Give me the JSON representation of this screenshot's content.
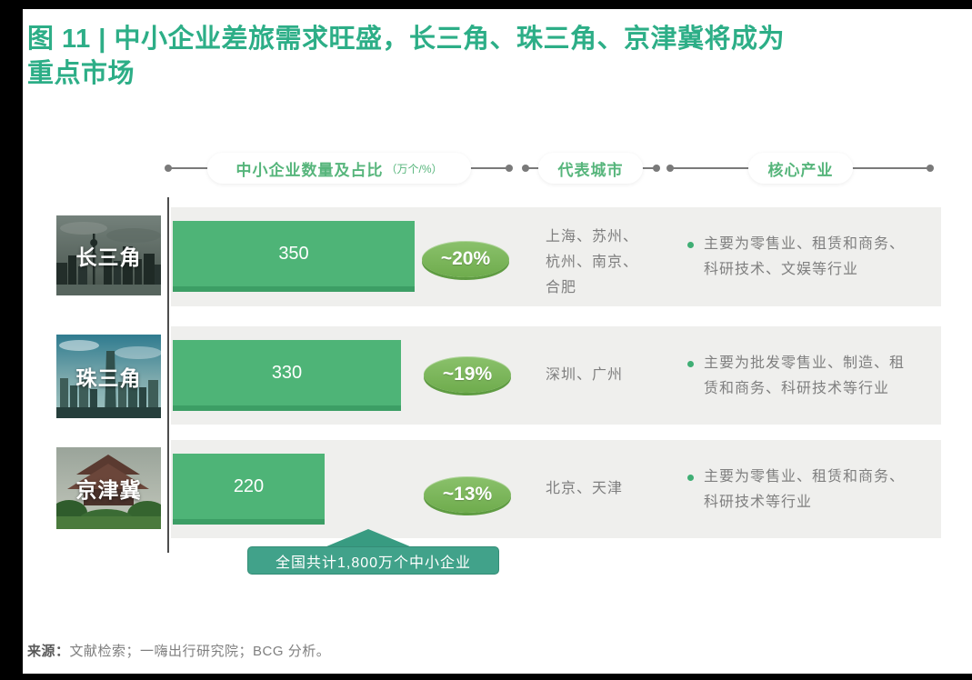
{
  "title": {
    "lines": [
      "图 11 | 中小企业差旅需求旺盛，长三角、珠三角、京津冀将成为",
      "重点市场"
    ]
  },
  "columns": {
    "col1": {
      "label": "中小企业数量及占比",
      "unit": "（万个/%）"
    },
    "col2": {
      "label": "代表城市"
    },
    "col3": {
      "label": "核心产业"
    }
  },
  "chart_data": {
    "type": "bar",
    "orientation": "horizontal",
    "title": "中小企业数量及占比",
    "unit": "万个/%",
    "categories": [
      "长三角",
      "珠三角",
      "京津冀"
    ],
    "values": [
      350,
      330,
      220
    ],
    "value_labels": [
      "350",
      "330",
      "220"
    ],
    "share_labels": [
      "~20%",
      "~19%",
      "~13%"
    ],
    "xlim": [
      0,
      380
    ],
    "legend": "off",
    "grid": "off",
    "annotation": "全国共计1,800万个中小企业"
  },
  "rows": [
    {
      "region": "长三角",
      "value": "350",
      "share": "~20%",
      "cities": [
        "上海、苏州、",
        "杭州、南京、",
        "合肥"
      ],
      "industries": [
        "主要为零售业、租赁和商务、",
        "科研技术、文娱等行业"
      ]
    },
    {
      "region": "珠三角",
      "value": "330",
      "share": "~19%",
      "cities": [
        "深圳、广州"
      ],
      "industries": [
        "主要为批发零售业、制造、租",
        "赁和商务、科研技术等行业"
      ]
    },
    {
      "region": "京津冀",
      "value": "220",
      "share": "~13%",
      "cities": [
        "北京、天津"
      ],
      "industries": [
        "主要为零售业、租赁和商务、",
        "科研技术等行业"
      ]
    }
  ],
  "callout": {
    "text": "全国共计1,800万个中小企业"
  },
  "source": {
    "label": "来源：",
    "text": "文献检索；一嗨出行研究院；BCG 分析。"
  },
  "colors": {
    "title_green": "#2DAE87",
    "pill_text_green": "#56B57B",
    "bar_green": "#4EB477",
    "bar_edge_green": "#3C9E65",
    "ellipse_green": "#6FAC4D",
    "callout_teal": "#41A28A",
    "row_bg_grey": "#EFEFED",
    "body_text_grey": "#7F7F7F",
    "connector_grey": "#7A7A7A"
  }
}
